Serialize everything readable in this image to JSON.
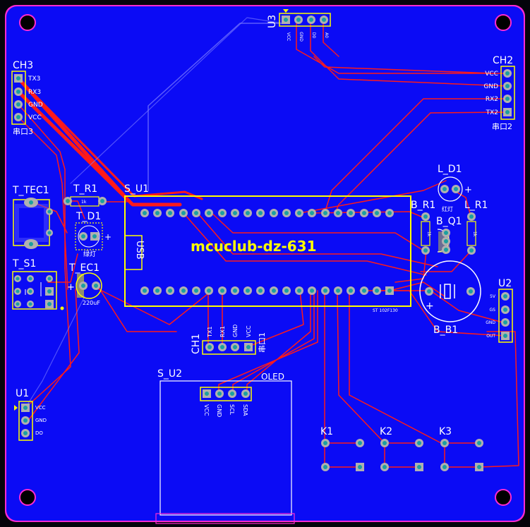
{
  "board": {
    "colors": {
      "copper_pour": "#0b0bf5",
      "board_edge": "#ff2bd0",
      "trace": "#ff1a1a",
      "silkscreen": "#ffff00",
      "label": "#ffffff",
      "pad": "#a8a8a8",
      "pad_hole": "#1aa0a0"
    },
    "title": "mcuclub-dz-631",
    "usb_label": "USB",
    "components": {
      "u3": {
        "ref": "U3",
        "pins": [
          "VCC",
          "GND",
          "D0",
          "A0"
        ]
      },
      "ch3": {
        "ref": "CH3",
        "pins": [
          "TX3",
          "RX3",
          "GND",
          "VCC"
        ],
        "sub": "串口3"
      },
      "ch2": {
        "ref": "CH2",
        "pins": [
          "VCC",
          "GND",
          "RX2",
          "TX2"
        ],
        "sub": "串口2"
      },
      "t_tec1": {
        "ref": "T_TEC1"
      },
      "t_r1": {
        "ref": "T_R1",
        "value": "1k"
      },
      "t_d1": {
        "ref": "T_D1",
        "sub": "绿灯"
      },
      "t_s1": {
        "ref": "T_S1"
      },
      "t_ec1": {
        "ref": "T_EC1",
        "value": "220uF"
      },
      "s_u1": {
        "ref": "S_U1"
      },
      "l_d1": {
        "ref": "L_D1",
        "sub": "红灯"
      },
      "b_r1": {
        "ref": "B_R1",
        "value": "1k"
      },
      "l_r1": {
        "ref": "L_R1",
        "value": "1k"
      },
      "b_q1": {
        "ref": "B_Q1"
      },
      "b_b1": {
        "ref": "B_B1"
      },
      "u2": {
        "ref": "U2",
        "pins": [
          "5V",
          "GS",
          "GND",
          "OUT"
        ]
      },
      "ch1": {
        "ref": "CH1",
        "pins": [
          "TX1",
          "RX1",
          "GND",
          "VCC"
        ],
        "sub": "串口1"
      },
      "s_u2": {
        "ref": "S_U2",
        "title": "OLED",
        "pins": [
          "VCC",
          "GND",
          "SCL",
          "SDA"
        ]
      },
      "u1": {
        "ref": "U1",
        "pins": [
          "VCC",
          "GND",
          "DO"
        ]
      },
      "k1": {
        "ref": "K1"
      },
      "k2": {
        "ref": "K2"
      },
      "k3": {
        "ref": "K3"
      },
      "mcu_note": "ST 102F130"
    }
  }
}
